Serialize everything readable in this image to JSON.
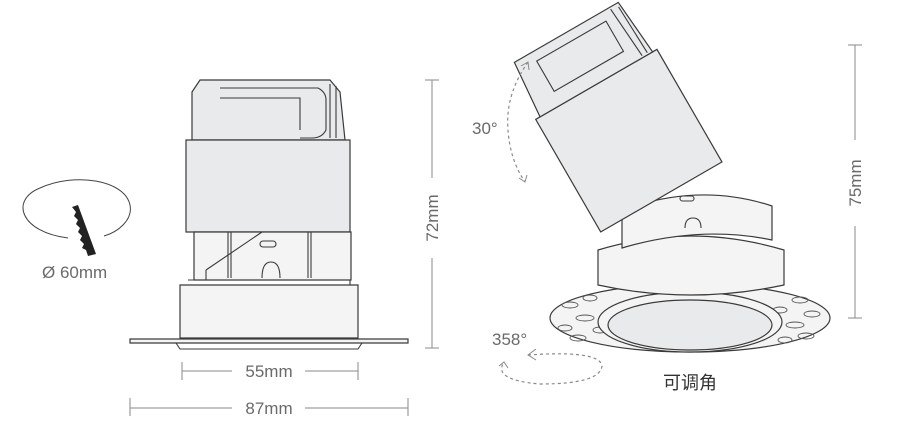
{
  "diagram": {
    "left_view": {
      "cutout_label": "Ø 60mm",
      "height_label": "72mm",
      "body_width_label": "55mm",
      "flange_width_label": "87mm"
    },
    "right_view": {
      "tilt_label": "30°",
      "rotation_label": "358°",
      "height_label": "75mm",
      "caption": "可调角"
    },
    "colors": {
      "line": "#3a3a3a",
      "fill": "#e9eaeb",
      "dim": "#8a8a8a"
    }
  }
}
